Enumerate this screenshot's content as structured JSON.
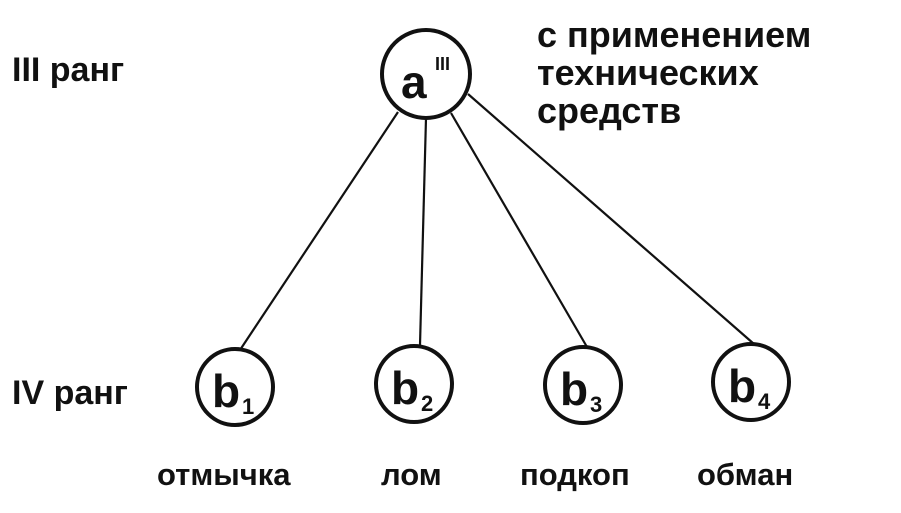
{
  "rank_labels": {
    "top": "III ранг",
    "bottom": "IV ранг"
  },
  "root": {
    "letter": "a",
    "superscript": "III"
  },
  "root_note": {
    "line1": "с применением",
    "line2": "технических",
    "line3": "средств"
  },
  "children": [
    {
      "letter": "b",
      "index": "1",
      "caption": "отмычка"
    },
    {
      "letter": "b",
      "index": "2",
      "caption": "лом"
    },
    {
      "letter": "b",
      "index": "3",
      "caption": "подкоп"
    },
    {
      "letter": "b",
      "index": "4",
      "caption": "обман"
    }
  ]
}
